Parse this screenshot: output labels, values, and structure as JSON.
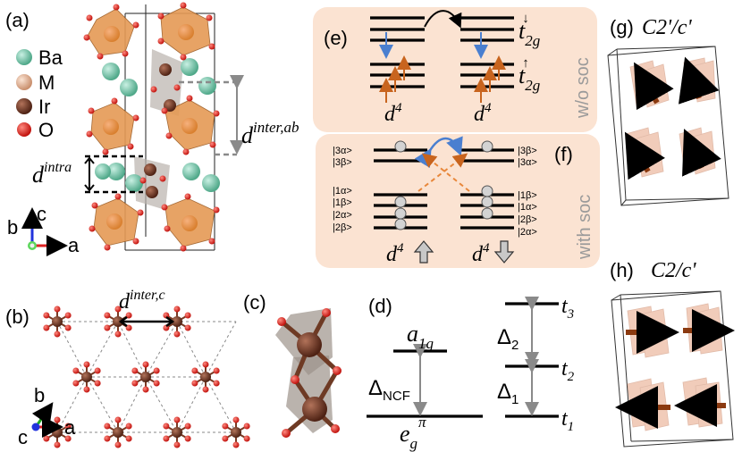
{
  "panels": {
    "a": "(a)",
    "b": "(b)",
    "c": "(c)",
    "d": "(d)",
    "e": "(e)",
    "f": "(f)",
    "g": "(g)",
    "h": "(h)"
  },
  "legend": [
    {
      "label": "Ba",
      "color": "#6cc3a6"
    },
    {
      "label": "M",
      "color": "#e9b99b"
    },
    {
      "label": "Ir",
      "color": "#7a3a24"
    },
    {
      "label": "O",
      "color": "#e3201b"
    }
  ],
  "distances": {
    "inter_ab_main": "d",
    "inter_ab_sup": "inter,ab",
    "intra_main": "d",
    "intra_sup": "intra",
    "inter_c_main": "d",
    "inter_c_sup": "inter,c"
  },
  "axes": {
    "a_label_top": "a",
    "b_label_top": "b",
    "c_label_top": "c",
    "a_label_bot": "a",
    "b_label_bot": "b",
    "c_label_bot": "c"
  },
  "panel_e": {
    "t2g_down": "t",
    "t2g_down_sub": "2g",
    "down_arrow": "↓",
    "t2g_up": "t",
    "t2g_up_sub": "2g",
    "up_arrow": "↑",
    "d4_left": "d",
    "d4_left_sup": "4",
    "d4_right": "d",
    "d4_right_sup": "4",
    "soc_label": "w/o soc"
  },
  "panel_f": {
    "left_states": [
      "|3α>",
      "|3β>",
      "|1α>",
      "|1β>",
      "|2α>",
      "|2β>"
    ],
    "right_states": [
      "|3β>",
      "|3α>",
      "|1β>",
      "|1α>",
      "|2β>",
      "|2α>"
    ],
    "d4_left": "d",
    "d4_left_sup": "4",
    "d4_right": "d",
    "d4_right_sup": "4",
    "soc_label": "with soc"
  },
  "panel_d": {
    "a1g": "a",
    "a1g_sub": "1g",
    "eg": "e",
    "eg_sub": "g",
    "eg_sup": "π",
    "delta_ncf": "Δ",
    "delta_ncf_sub": "NCF",
    "t3": "t",
    "t3_sub": "3",
    "t2": "t",
    "t2_sub": "2",
    "t1": "t",
    "t1_sub": "1",
    "delta2": "Δ",
    "delta2_sub": "2",
    "delta1": "Δ",
    "delta1_sub": "1"
  },
  "panel_g": {
    "title": "C2'/c'"
  },
  "panel_h": {
    "title": "C2/c'"
  }
}
